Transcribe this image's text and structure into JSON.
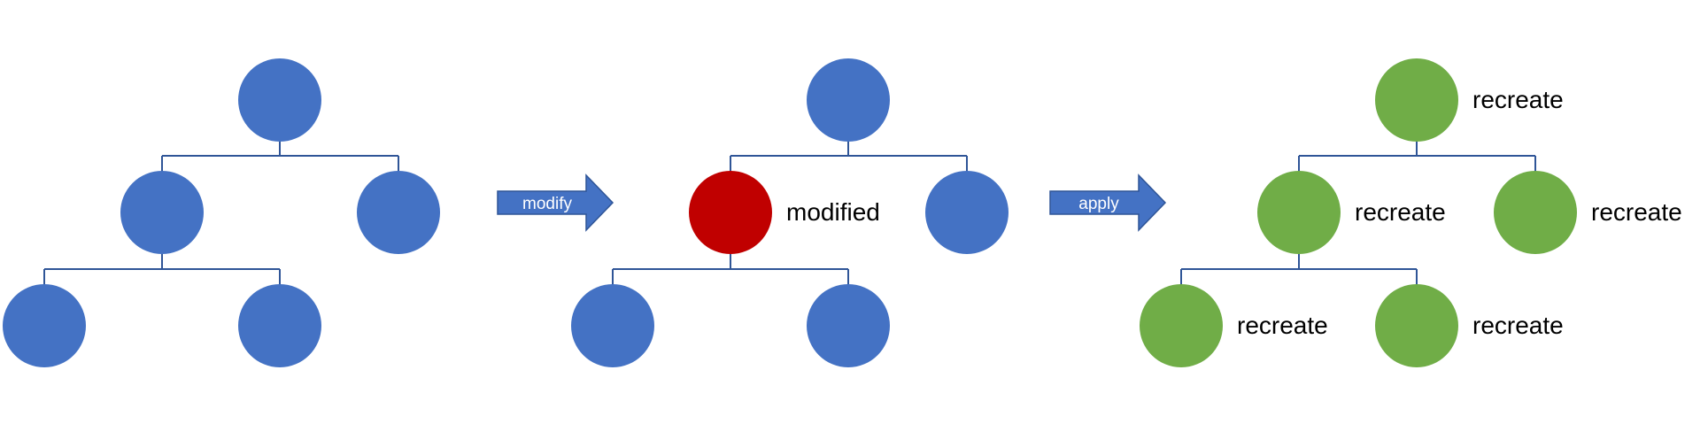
{
  "colors": {
    "blue": "#4472C4",
    "red": "#C00000",
    "green": "#70AD47",
    "connector": "#2F5597",
    "arrow_fill": "#4472C4",
    "arrow_stroke": "#2F5597",
    "text": "#000000",
    "arrow_text": "#ffffff"
  },
  "arrows": [
    {
      "label": "modify"
    },
    {
      "label": "apply"
    }
  ],
  "trees": [
    {
      "nodes": [
        {
          "color": "blue",
          "label": ""
        },
        {
          "color": "blue",
          "label": ""
        },
        {
          "color": "blue",
          "label": ""
        },
        {
          "color": "blue",
          "label": ""
        },
        {
          "color": "blue",
          "label": ""
        }
      ]
    },
    {
      "nodes": [
        {
          "color": "blue",
          "label": ""
        },
        {
          "color": "red",
          "label": "modified"
        },
        {
          "color": "blue",
          "label": ""
        },
        {
          "color": "blue",
          "label": ""
        },
        {
          "color": "blue",
          "label": ""
        }
      ]
    },
    {
      "nodes": [
        {
          "color": "green",
          "label": "recreate"
        },
        {
          "color": "green",
          "label": "recreate"
        },
        {
          "color": "green",
          "label": "recreate"
        },
        {
          "color": "green",
          "label": "recreate"
        },
        {
          "color": "green",
          "label": "recreate"
        }
      ]
    }
  ]
}
